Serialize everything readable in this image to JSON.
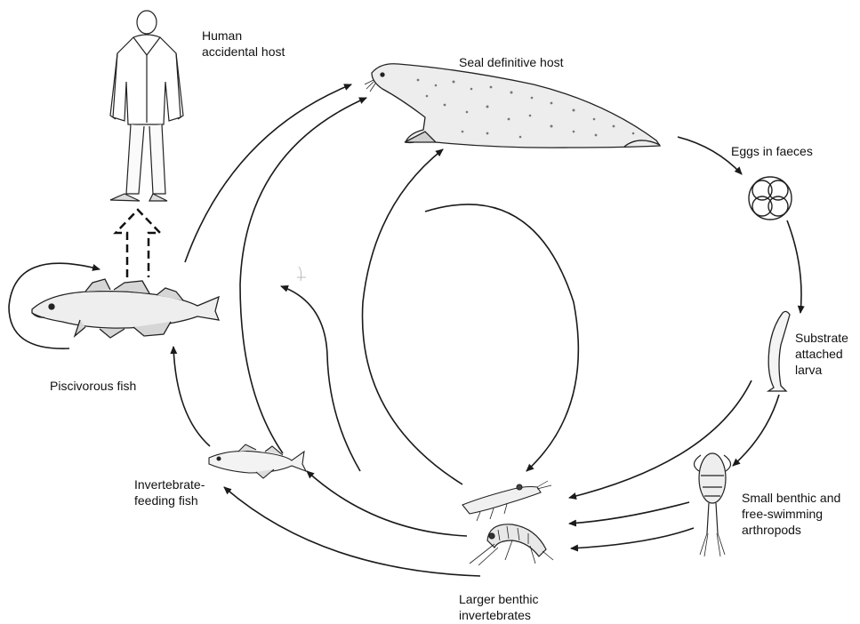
{
  "labels": {
    "human_l1": "Human",
    "human_l2": "accidental host",
    "seal": "Seal definitive host",
    "eggs": "Eggs in faeces",
    "larva_l1": "Substrate",
    "larva_l2": "attached",
    "larva_l3": "larva",
    "arthropods_l1": "Small benthic and",
    "arthropods_l2": "free-swimming",
    "arthropods_l3": "arthropods",
    "benthic_l1": "Larger benthic",
    "benthic_l2": "invertebrates",
    "inv_fish_l1": "Invertebrate-",
    "inv_fish_l2": "feeding fish",
    "pisc_fish": "Piscivorous fish"
  },
  "colors": {
    "line": "#1a1a1a",
    "fill_light": "#f2f2f2",
    "fill_mid": "#d8d8d8"
  }
}
